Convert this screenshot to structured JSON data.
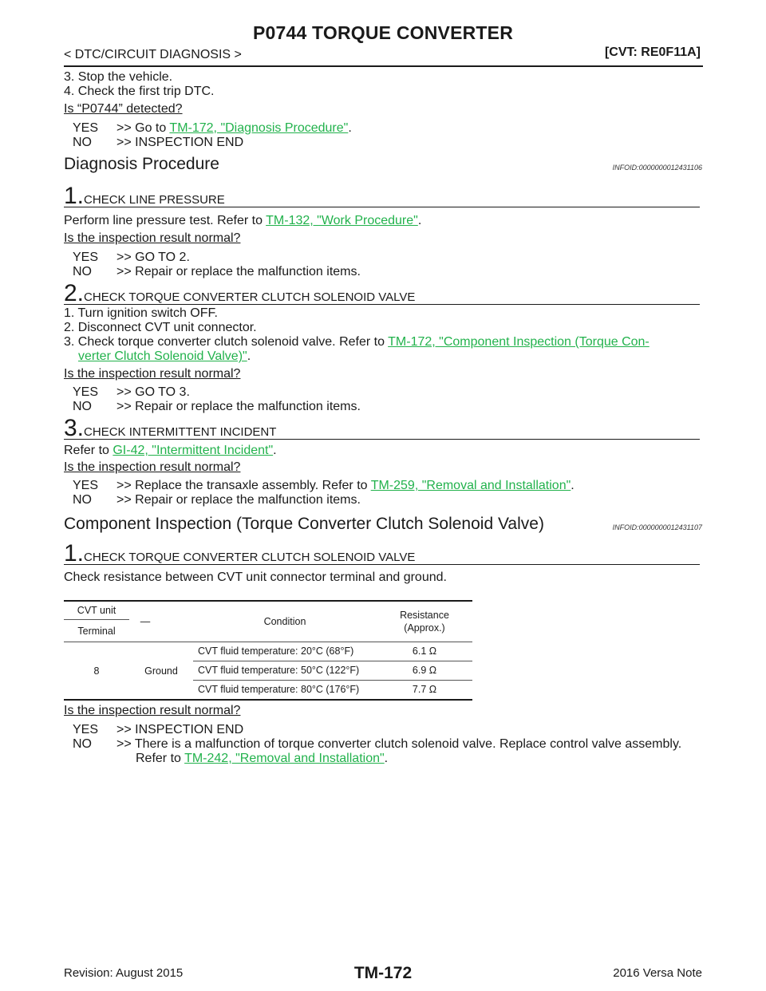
{
  "header": {
    "title": "P0744 TORQUE CONVERTER",
    "breadcrumb": "< DTC/CIRCUIT DIAGNOSIS >",
    "model": "[CVT: RE0F11A]"
  },
  "intro": {
    "step3": "3. Stop the vehicle.",
    "step4": "4. Check the first trip DTC.",
    "question": "Is “P0744” detected?",
    "yes_key": "YES",
    "yes_text": ">> Go to ",
    "yes_link": "TM-172, \"Diagnosis Procedure\"",
    "yes_end": ".",
    "no_key": "NO",
    "no_text": ">> INSPECTION END"
  },
  "diagnosis": {
    "heading": "Diagnosis Procedure",
    "infoid": "INFOID:0000000012431106",
    "s1": {
      "num": "1.",
      "title": "CHECK LINE PRESSURE",
      "text": "Perform line pressure test. Refer to ",
      "link": "TM-132, \"Work Procedure\"",
      "end": ".",
      "question": "Is the inspection result normal?",
      "yes_key": "YES",
      "yes_text": ">> GO TO 2.",
      "no_key": "NO",
      "no_text": ">> Repair or replace the malfunction items."
    },
    "s2": {
      "num": "2.",
      "title": "CHECK TORQUE CONVERTER CLUTCH SOLENOID VALVE",
      "l1": "1. Turn ignition switch OFF.",
      "l2": "2. Disconnect CVT unit connector.",
      "l3": "3. Check torque converter clutch solenoid valve. Refer to ",
      "l3_link": "TM-172, \"Component Inspection (Torque Con-",
      "l4_link": "verter Clutch Solenoid Valve)\"",
      "l4_end": ".",
      "question": "Is the inspection result normal?",
      "yes_key": "YES",
      "yes_text": ">> GO TO 3.",
      "no_key": "NO",
      "no_text": ">> Repair or replace the malfunction items."
    },
    "s3": {
      "num": "3.",
      "title": "CHECK INTERMITTENT INCIDENT",
      "text": "Refer to ",
      "link": "GI-42, \"Intermittent Incident\"",
      "end": ".",
      "question": "Is the inspection result normal?",
      "yes_key": "YES",
      "yes_text": ">> Replace the transaxle assembly. Refer to ",
      "yes_link": "TM-259, \"Removal and Installation\"",
      "yes_end": ".",
      "no_key": "NO",
      "no_text": ">> Repair or replace the malfunction items."
    }
  },
  "component": {
    "heading": "Component Inspection (Torque Converter Clutch Solenoid Valve)",
    "infoid": "INFOID:0000000012431107",
    "s1": {
      "num": "1.",
      "title": "CHECK TORQUE CONVERTER CLUTCH SOLENOID VALVE",
      "text": "Check resistance between CVT unit connector terminal and ground."
    },
    "table": {
      "h_cvt": "CVT unit",
      "h_terminal": "Terminal",
      "h_dash": "—",
      "h_condition": "Condition",
      "h_res1": "Resistance",
      "h_res2": "(Approx.)",
      "terminal": "8",
      "ground": "Ground",
      "rows": [
        {
          "condition": "CVT fluid temperature: 20°C (68°F)",
          "value": "6.1 Ω"
        },
        {
          "condition": "CVT fluid temperature: 50°C (122°F)",
          "value": "6.9 Ω"
        },
        {
          "condition": "CVT fluid temperature: 80°C (176°F)",
          "value": "7.7 Ω"
        }
      ]
    },
    "question": "Is the inspection result normal?",
    "yes_key": "YES",
    "yes_text": ">> INSPECTION END",
    "no_key": "NO",
    "no_text": ">> There is a malfunction of torque converter clutch solenoid valve. Replace control valve assembly.",
    "no_text2": "Refer to ",
    "no_link": "TM-242, \"Removal and Installation\"",
    "no_end": "."
  },
  "footer": {
    "revision": "Revision: August 2015",
    "page": "TM-172",
    "model": "2016 Versa Note"
  }
}
